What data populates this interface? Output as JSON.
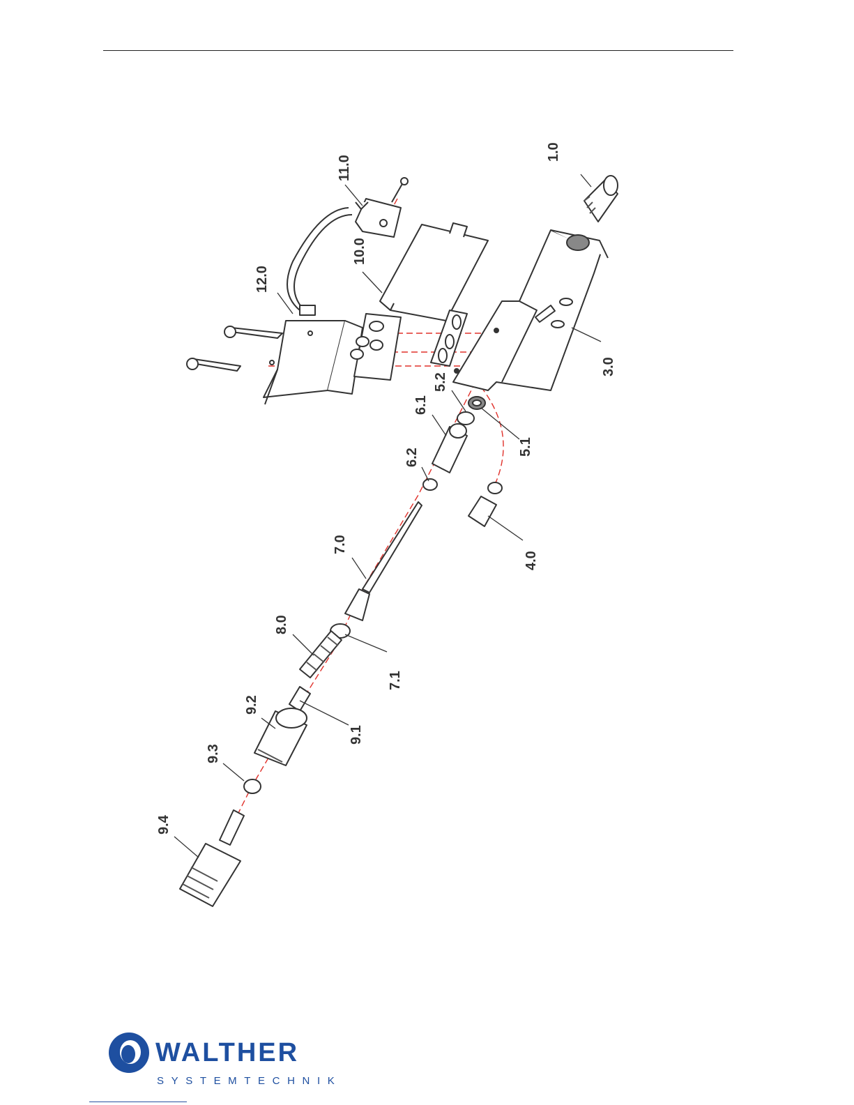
{
  "diagram": {
    "part_labels": [
      "1.0",
      "3.0",
      "4.0",
      "5.1",
      "5.2",
      "6.1",
      "6.2",
      "7.0",
      "7.1",
      "8.0",
      "9.1",
      "9.2",
      "9.3",
      "9.4",
      "10.0",
      "11.0",
      "12.0"
    ]
  },
  "brand": {
    "name": "WALTHER",
    "subtitle": "SYSTEMTECHNIK",
    "color": "#1e4fa0"
  },
  "colors": {
    "assembly_line": "#e0302a",
    "drawing_stroke": "#333333"
  }
}
